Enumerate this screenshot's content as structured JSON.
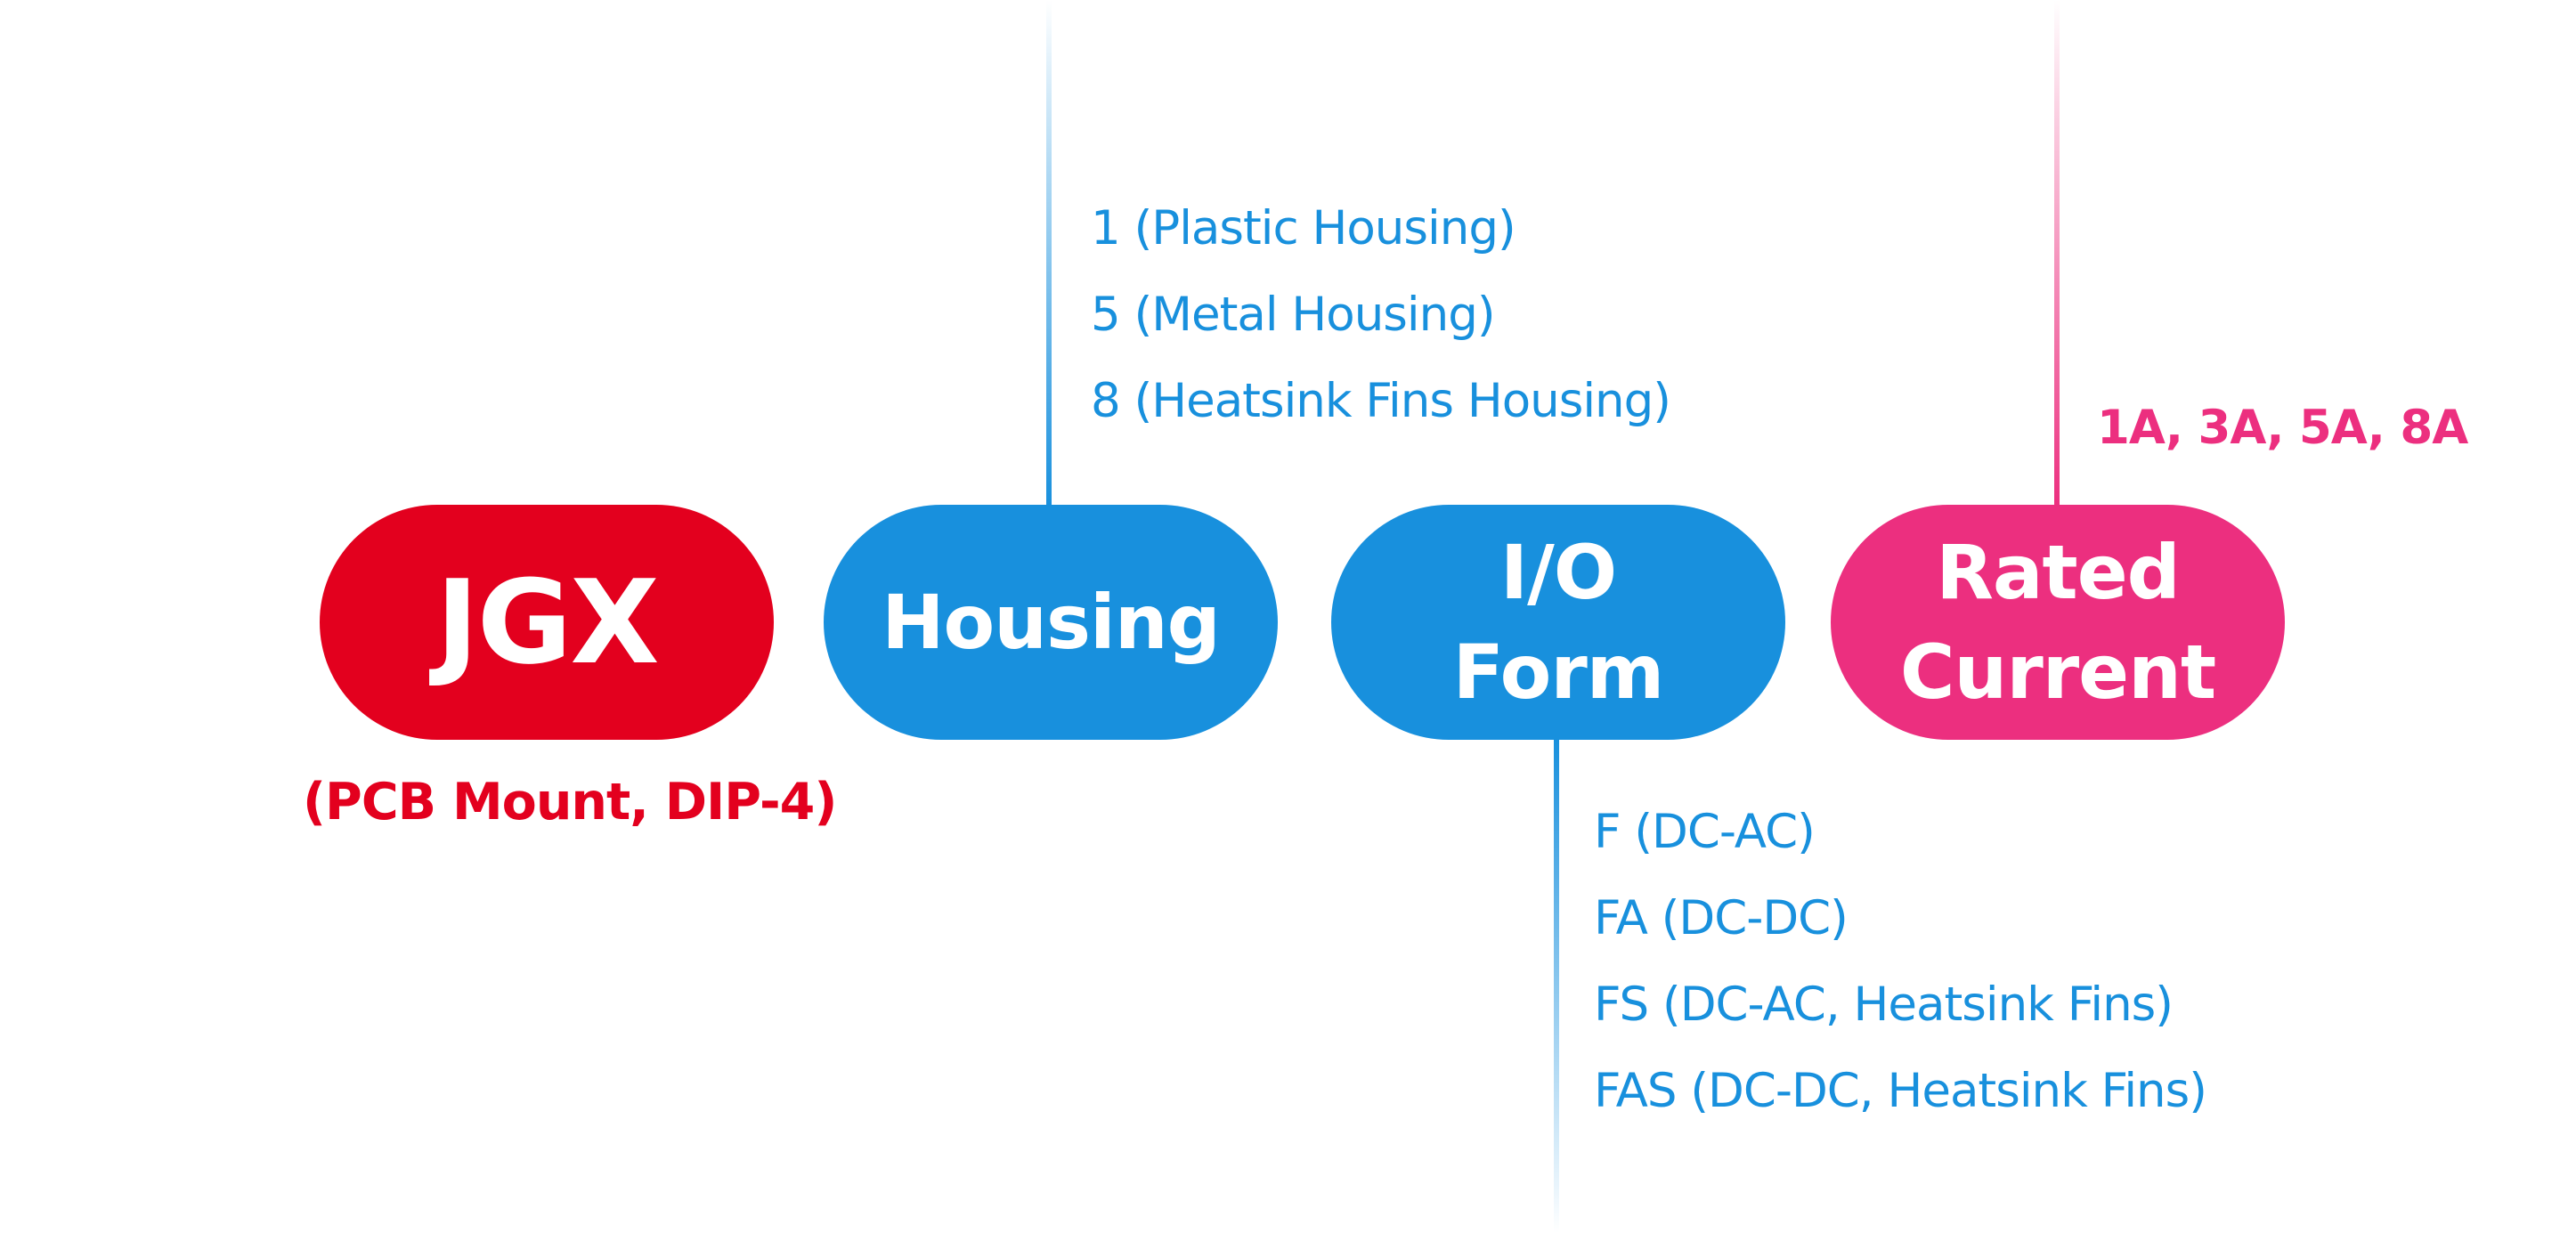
{
  "nodes": {
    "code": {
      "label": "JGX",
      "note": "(PCB Mount, DIP-4)"
    },
    "housing": {
      "label": "Housing",
      "options": [
        "1 (Plastic Housing)",
        "5 (Metal Housing)",
        "8 (Heatsink Fins Housing)"
      ]
    },
    "io_form": {
      "label_line1": "I/O",
      "label_line2": "Form",
      "options": [
        "F (DC-AC)",
        "FA (DC-DC)",
        "FS (DC-AC, Heatsink Fins)",
        "FAS (DC-DC, Heatsink Fins)"
      ]
    },
    "rated_current": {
      "label_line1": "Rated",
      "label_line2": "Current",
      "options": "1A, 3A, 5A, 8A"
    }
  },
  "colors": {
    "red": "#e3001e",
    "blue": "#1890dd",
    "pink": "#ec2f7f"
  }
}
